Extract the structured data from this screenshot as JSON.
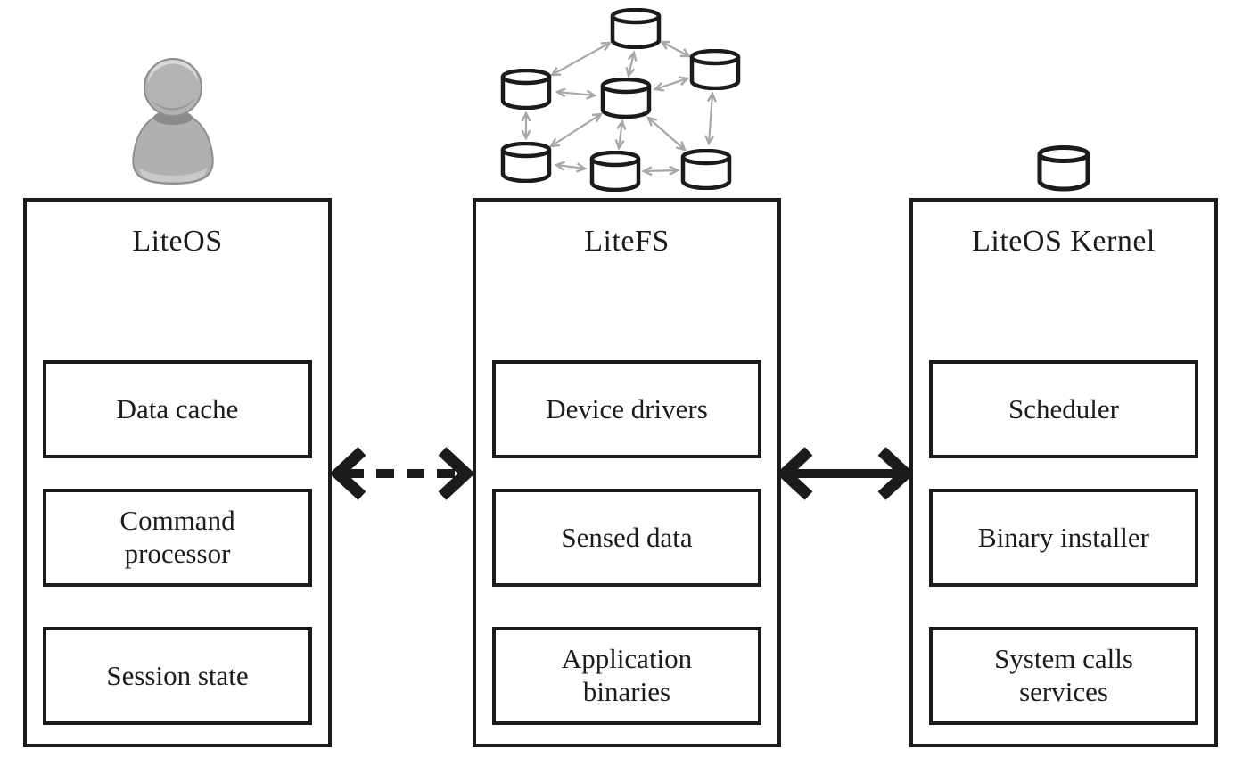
{
  "diagram": {
    "columns": [
      {
        "title": "LiteOS",
        "items": [
          "Data cache",
          "Command\nprocessor",
          "Session state"
        ]
      },
      {
        "title": "LiteFS",
        "items": [
          "Device drivers",
          "Sensed data",
          "Application\nbinaries"
        ]
      },
      {
        "title": "LiteOS Kernel",
        "items": [
          "Scheduler",
          "Binary installer",
          "System calls\nservices"
        ]
      }
    ],
    "icons": {
      "user": "user-icon",
      "network": "database-network-icon",
      "database": "database-icon"
    },
    "connectors": [
      {
        "style": "dashed",
        "from": "LiteOS",
        "to": "LiteFS",
        "direction": "bidirectional"
      },
      {
        "style": "solid",
        "from": "LiteFS",
        "to": "LiteOS Kernel",
        "direction": "bidirectional"
      }
    ],
    "colors": {
      "stroke": "#1b1b1b",
      "network_arrow": "#a8a8a8",
      "icon_gray": "#b0b0b0",
      "background": "#ffffff"
    }
  }
}
